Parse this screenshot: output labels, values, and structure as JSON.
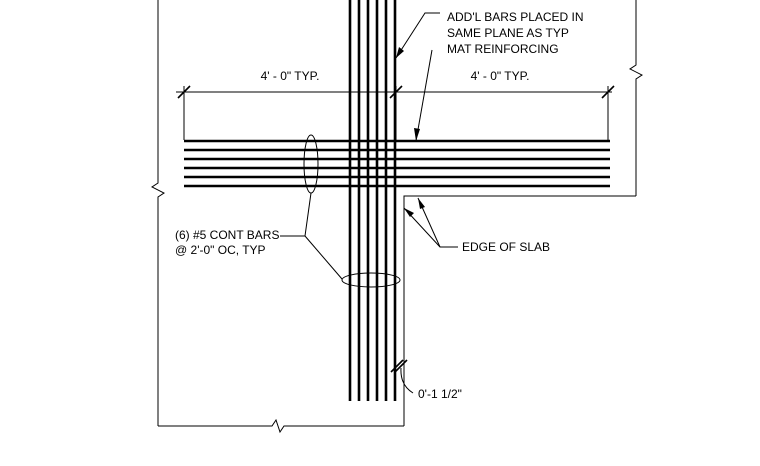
{
  "notes": {
    "addl_bars": [
      "ADD'L BARS PLACED IN",
      "SAME PLANE AS TYP",
      "MAT REINFORCING"
    ],
    "dim_left": "4' - 0\" TYP.",
    "dim_right": "4' - 0\" TYP.",
    "cont_bars": [
      "(6) #5 CONT BARS",
      "@ 2'-0\" OC, TYP"
    ],
    "edge_of_slab": "EDGE OF SLAB",
    "cover": "0'-1 1/2\""
  }
}
